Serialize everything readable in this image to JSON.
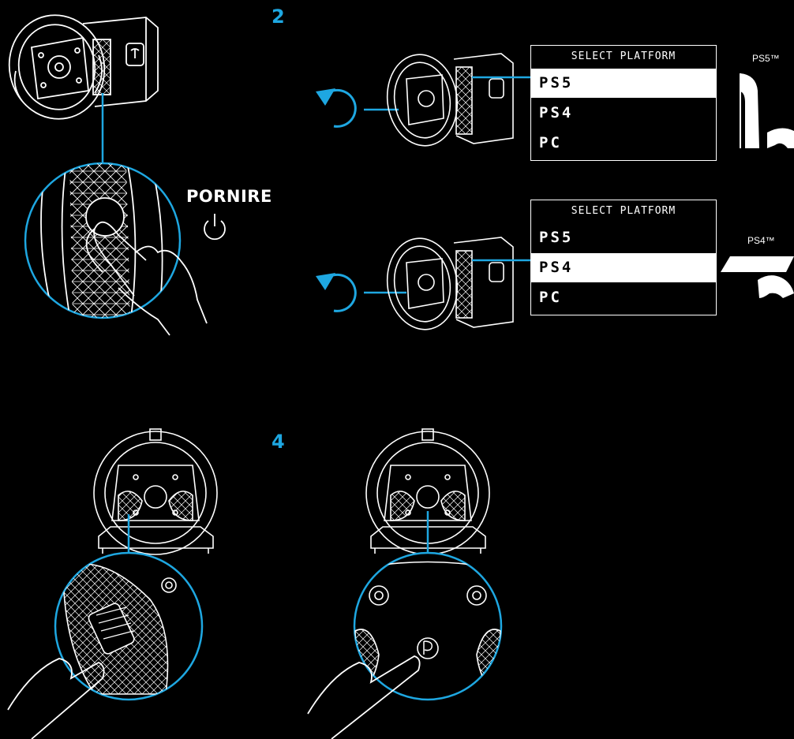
{
  "steps": {
    "step2": "2",
    "step4": "4"
  },
  "power": {
    "label": "PORNIRE"
  },
  "menus": [
    {
      "title": "SELECT PLATFORM",
      "items": [
        "PS5",
        "PS4",
        "PC"
      ],
      "selected": 0
    },
    {
      "title": "SELECT PLATFORM",
      "items": [
        "PS5",
        "PS4",
        "PC"
      ],
      "selected": 1
    }
  ],
  "consoles": {
    "ps5": "PS5™",
    "ps4": "PS4™"
  },
  "colors": {
    "accent": "#1ea7e1",
    "background": "#000000",
    "line": "#ffffff"
  }
}
